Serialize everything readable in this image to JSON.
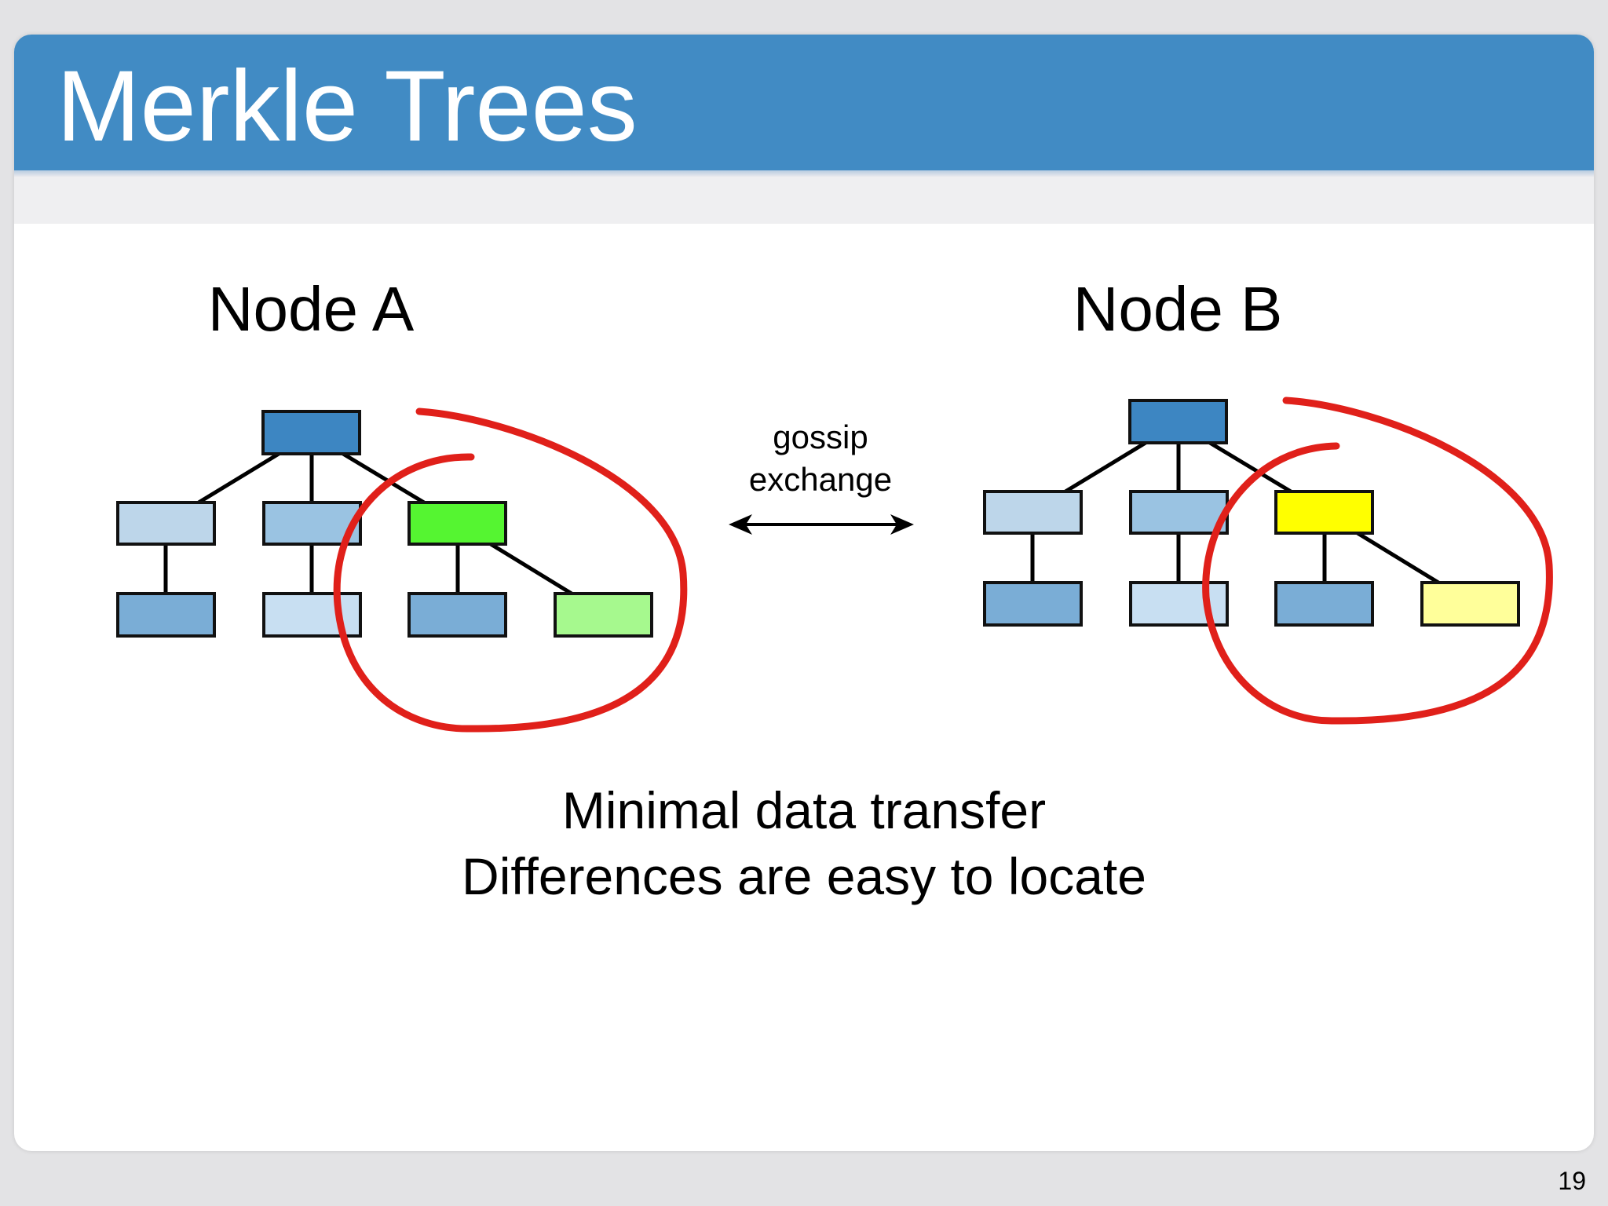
{
  "slide": {
    "title": "Merkle Trees",
    "page_number": "19"
  },
  "diagram": {
    "node_a_label": "Node A",
    "node_b_label": "Node B",
    "exchange_line1": "gossip",
    "exchange_line2": "exchange"
  },
  "summary": {
    "line1": "Minimal data transfer",
    "line2": "Differences are easy to locate"
  },
  "colors": {
    "title_bar": "#418bc4",
    "root_node": "#3d86c2",
    "light_node": "#bdd6ea",
    "mid_node": "#9ac3e2",
    "leaf_node": "#7aadd6",
    "pale_node": "#c8dff2",
    "changed_a_parent": "#55f531",
    "changed_a_leaf": "#a6f98e",
    "changed_b_parent": "#ffff00",
    "changed_b_leaf": "#ffff9a",
    "annotation": "#e0201a"
  }
}
